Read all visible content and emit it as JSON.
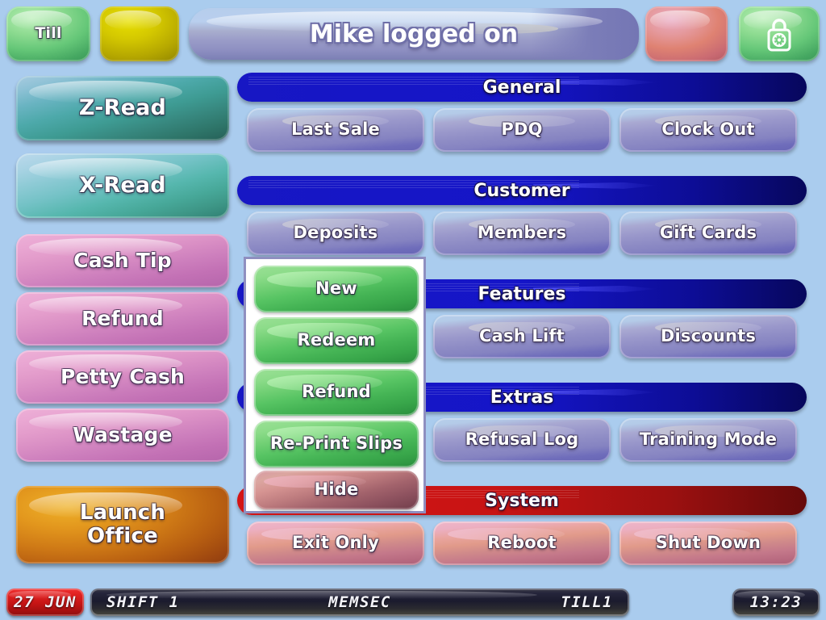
{
  "theme": {
    "background": "#aaccee",
    "section_blue": "#1515c8",
    "section_red": "#c81414",
    "action_button": "#8e8cc5",
    "popup_border": "#8f8fc0",
    "popup_background": "#ffffff"
  },
  "topbar": {
    "till_button": "Till",
    "mode_button": "",
    "title": "Mike logged on",
    "alert_button": "",
    "lock_button": ""
  },
  "sidebar": {
    "items": [
      {
        "label": "Z-Read",
        "style": "teal-dark"
      },
      {
        "label": "X-Read",
        "style": "teal"
      },
      {
        "label": "Cash Tip",
        "style": "pink"
      },
      {
        "label": "Refund",
        "style": "pink"
      },
      {
        "label": "Petty Cash",
        "style": "pink"
      },
      {
        "label": "Wastage",
        "style": "pink"
      },
      {
        "label": "Launch\nOffice",
        "style": "orange"
      }
    ],
    "launch_office_line1": "Launch",
    "launch_office_line2": "Office"
  },
  "sections": [
    {
      "title": "General",
      "color": "blue",
      "buttons": [
        "Last Sale",
        "PDQ",
        "Clock Out"
      ]
    },
    {
      "title": "Customer",
      "color": "blue",
      "buttons": [
        "Deposits",
        "Members",
        "Gift Cards"
      ]
    },
    {
      "title": "Features",
      "color": "blue",
      "buttons": [
        "",
        "Cash Lift",
        "Discounts"
      ]
    },
    {
      "title": "Extras",
      "color": "blue",
      "buttons": [
        "",
        "Refusal Log",
        "Training Mode"
      ]
    },
    {
      "title": "System",
      "color": "red",
      "buttons": [
        "Exit Only",
        "Reboot",
        "Shut Down"
      ]
    }
  ],
  "popup": {
    "visible": true,
    "items": [
      {
        "label": "New",
        "style": "green"
      },
      {
        "label": "Redeem",
        "style": "green"
      },
      {
        "label": "Refund",
        "style": "green"
      },
      {
        "label": "Re-Print Slips",
        "style": "green"
      },
      {
        "label": "Hide",
        "style": "hide"
      }
    ]
  },
  "statusbar": {
    "date": "27 JUN",
    "shift": "SHIFT 1",
    "operator": "MEMSEC",
    "till": "TILL1",
    "time": "13:23"
  }
}
